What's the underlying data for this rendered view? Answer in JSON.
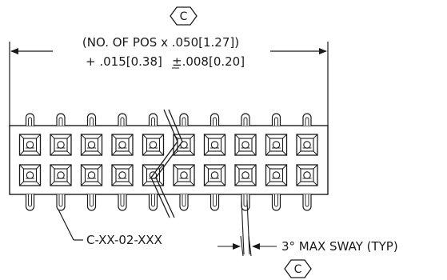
{
  "drawing": {
    "datum_symbol_top": "C",
    "datum_symbol_bottom": "C",
    "dimension_line1": "(NO. OF POS x .050[1.27])",
    "dimension_line2": "+ .015[0.38]",
    "tolerance": "±.008[0.20]",
    "part_number_label": "C-XX-02-XXX",
    "sway_label": "3° MAX SWAY (TYP)"
  },
  "connector": {
    "rows": 2,
    "visible_positions_per_row": 10
  },
  "colors": {
    "line": "#1a1a1a",
    "background": "#ffffff"
  }
}
